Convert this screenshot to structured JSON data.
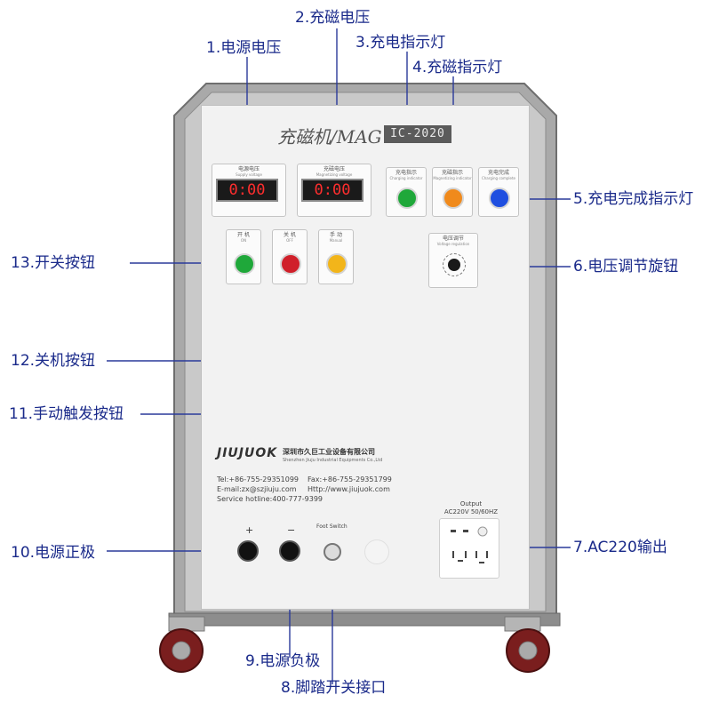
{
  "title": {
    "brand": "充磁机/MAG",
    "model": "IC-2020"
  },
  "callouts": {
    "c1": "1.电源电压",
    "c2": "2.充磁电压",
    "c3": "3.充电指示灯",
    "c4": "4.充磁指示灯",
    "c5": "5.充电完成指示灯",
    "c6": "6.电压调节旋钮",
    "c7": "7.AC220输出",
    "c8": "8.脚踏开关接口",
    "c9": "9.电源负极",
    "c10": "10.电源正极",
    "c11": "11.手动触发按钮",
    "c12": "12.关机按钮",
    "c13": "13.开关按钮"
  },
  "meters": {
    "supply": {
      "label": "电源电压",
      "sub": "Supply voltage",
      "value": "0:00"
    },
    "magnetizing": {
      "label": "充磁电压",
      "sub": "Magnetizing voltage",
      "value": "0:00"
    }
  },
  "lamps": {
    "charging": {
      "label": "充电指示",
      "sub": "Charging indicator",
      "color": "#1fa83a"
    },
    "magnetizing": {
      "label": "充磁指示",
      "sub": "Magnetizing indicator",
      "color": "#f08a1c"
    },
    "complete": {
      "label": "充电完成",
      "sub": "Charging complete",
      "color": "#1f4fe0"
    }
  },
  "buttons": {
    "on": {
      "label": "开 机",
      "sub": "ON",
      "color": "#1fa83a"
    },
    "off": {
      "label": "关 机",
      "sub": "OFF",
      "color": "#d0202a"
    },
    "manual": {
      "label": "手 动",
      "sub": "Manual",
      "color": "#f2b51a"
    }
  },
  "knob": {
    "label": "电压调节",
    "sub": "Voltage regulation"
  },
  "company": {
    "logo": "JIUJUOK",
    "name_cn": "深圳市久巨工业设备有限公司",
    "name_en": "Shenzhen Jiuju Industrial Equipments Co.,Ltd",
    "tel": "Tel:+86-755-29351099",
    "fax": "Fax:+86-755-29351799",
    "email": "E-mail:zx@szjiuju.com",
    "web": "Http://www.jiujuok.com",
    "hotline": "Service hotline:400-777-9399"
  },
  "terminals": {
    "plus": "+",
    "minus": "−"
  },
  "foot_switch": {
    "label": "Foot Switch"
  },
  "output": {
    "label": "Output",
    "spec": "AC220V 50/60HZ"
  },
  "colors": {
    "frame": "#8a8a8a",
    "line": "#2a3a9a",
    "callout_text": "#1a2a8a"
  }
}
